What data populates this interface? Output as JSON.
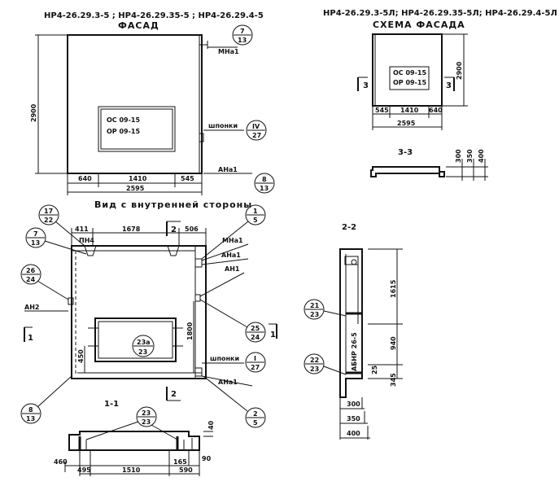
{
  "top_left": {
    "title": "НР4-26.29.3-5 ; НР4-26.29.35-5 ; НР4-26.29.4-5",
    "view": "ФАСАД",
    "window_lines": [
      "ОС 09-15",
      "ОР 09-15"
    ],
    "labels": {
      "mna": "МНа1",
      "shponki": "шпонки",
      "ana": "АНа1"
    },
    "callouts": [
      {
        "top": "7",
        "bottom": "13"
      },
      {
        "top": "IV",
        "bottom": "27"
      },
      {
        "top": "8",
        "bottom": "13"
      }
    ],
    "dims": {
      "height": "2900",
      "left": "640",
      "mid": "1410",
      "right": "545",
      "total": "2595"
    }
  },
  "top_right": {
    "title": "НР4-26.29.3-5Л; НР4-26.29.35-5Л; НР4-26.29.4-5Л",
    "view": "СХЕМА ФАСАДА",
    "window_lines": [
      "ОС 09-15",
      "ОР 09-15"
    ],
    "cut_left": "3",
    "cut_right": "3",
    "dims": {
      "height": "2900",
      "left": "545",
      "mid": "1410",
      "right": "640",
      "total": "2595"
    }
  },
  "section33": {
    "title": "3-3",
    "dims": [
      "300",
      "350",
      "400"
    ]
  },
  "inner_view": {
    "title": "Вид с внутренней стороны",
    "labels": {
      "pn": "ПН4",
      "mna": "МНа1",
      "ana_top": "АНа1",
      "an1": "АН1",
      "an2": "АН2",
      "shponki": "шпонки",
      "ana_bottom": "АНа1"
    },
    "callouts": [
      {
        "top": "17",
        "bottom": "22"
      },
      {
        "top": "7",
        "bottom": "13"
      },
      {
        "top": "1",
        "bottom": "5"
      },
      {
        "top": "26",
        "bottom": "24"
      },
      {
        "top": "25",
        "bottom": "24"
      },
      {
        "top": "23а",
        "bottom": "23"
      },
      {
        "top": "I",
        "bottom": "27"
      },
      {
        "top": "8",
        "bottom": "13"
      },
      {
        "top": "2",
        "bottom": "5"
      }
    ],
    "cut_marks": {
      "top": "2",
      "bottom": "2",
      "left": "1",
      "right": "1"
    },
    "dims": {
      "d411": "411",
      "d1678": "1678",
      "d506": "506",
      "d1800": "1800",
      "d450": "450"
    }
  },
  "section11": {
    "title": "1-1",
    "callout": {
      "top": "23",
      "bottom": "23"
    },
    "dims": {
      "d460": "460",
      "d495": "495",
      "d1510": "1510",
      "d165": "165",
      "d590": "590",
      "d90": "90",
      "d40": "40"
    }
  },
  "section22": {
    "title": "2-2",
    "callouts": [
      {
        "top": "21",
        "bottom": "23"
      },
      {
        "top": "22",
        "bottom": "23"
      }
    ],
    "label": "АБНР 26-5",
    "dims": {
      "d1615": "1615",
      "d940": "940",
      "d345": "345",
      "d25": "25",
      "d300": "300",
      "d350": "350",
      "d400": "400"
    }
  }
}
